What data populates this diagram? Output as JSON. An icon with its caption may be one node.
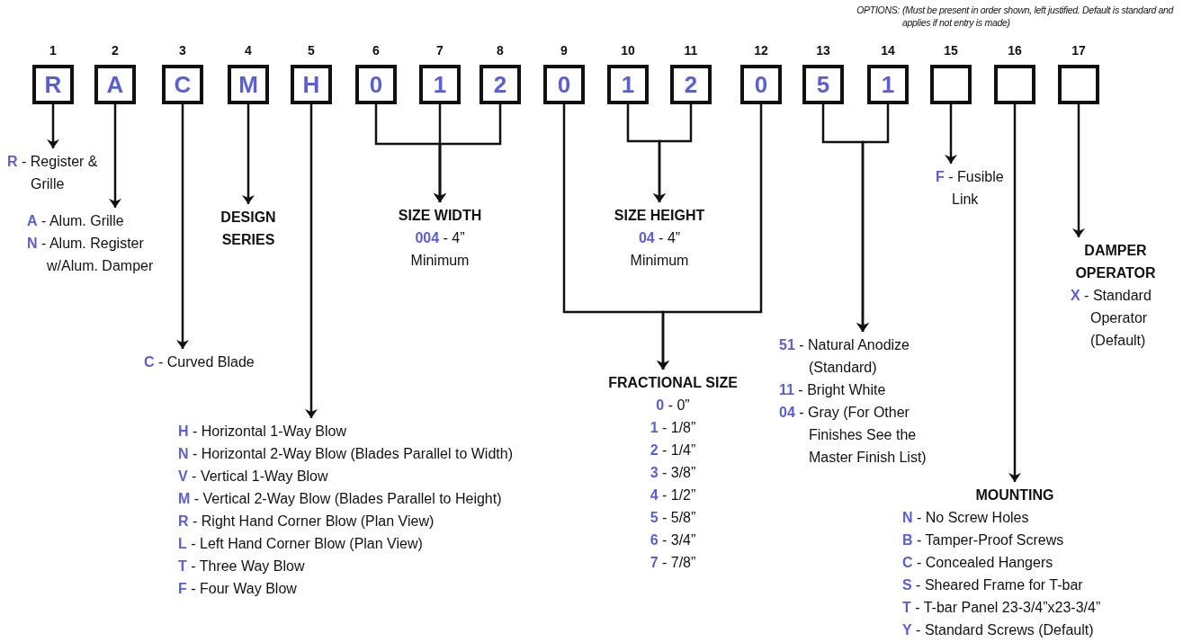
{
  "diagram": {
    "nodes": [
      {
        "text": [
          "R"
        ],
        "beside": [
          "1"
        ]
      },
      {
        "text": [
          "A"
        ],
        "beside": [
          "2"
        ]
      },
      {
        "text": [
          "C"
        ],
        "beside": [
          "3"
        ]
      },
      {
        "text": [
          "M"
        ],
        "beside": [
          "4"
        ]
      },
      {
        "text": [
          "H"
        ],
        "beside": [
          "5"
        ]
      },
      {
        "text": [
          "0"
        ],
        "beside": [
          "6"
        ]
      },
      {
        "text": [
          "1"
        ],
        "beside": [
          "7"
        ]
      },
      {
        "text": [
          "2"
        ],
        "beside": [
          "8"
        ]
      },
      {
        "text": [
          "0"
        ],
        "beside": [
          "9"
        ]
      },
      {
        "text": [
          "1"
        ],
        "beside": [
          "10"
        ]
      },
      {
        "text": [
          "2"
        ],
        "beside": [
          "11"
        ]
      },
      {
        "text": [
          "0"
        ],
        "beside": [
          "12"
        ]
      },
      {
        "text": [
          "5"
        ],
        "beside": [
          "13"
        ]
      },
      {
        "text": [
          "1"
        ],
        "beside": [
          "14"
        ]
      },
      {
        "text": [],
        "shape": "box",
        "beside": [
          "15"
        ]
      },
      {
        "text": [],
        "shape": "box",
        "beside": [
          "16"
        ]
      },
      {
        "text": [],
        "shape": "box",
        "beside": [
          "17"
        ]
      },
      {
        "text": [
          "**R** - Register & Grille"
        ]
      },
      {
        "text": [
          "**A** - Alum. Grille",
          "**N** - Alum. Register w/Alum. Damper"
        ]
      },
      {
        "text": [
          "**C** - Curved Blade"
        ]
      },
      {
        "text": [
          "DESIGN SERIES"
        ]
      },
      {
        "text": [
          "**H** - Horizontal 1-Way Blow",
          "**N** - Horizontal 2-Way Blow (Blades Parallel to Width)",
          "**V** - Vertical 1-Way Blow",
          "**M** - Vertical 2-Way Blow (Blades Parallel to Height)",
          "**R** - Right Hand Corner Blow (Plan View)",
          "**L** - Left Hand Corner Blow (Plan View)",
          "**T** - Three Way Blow",
          "**F** - Four Way Blow"
        ]
      },
      {
        "text": [
          "SIZE WIDTH",
          "**004** - 4” Minimum"
        ]
      },
      {
        "text": [
          "SIZE HEIGHT",
          "**04** - 4” Minimum"
        ]
      },
      {
        "text": [
          "FRACTIONAL SIZE",
          "**0** - 0”",
          "**1** - 1/8”",
          "**2** - 1/4”",
          "**3** - 3/8”",
          "**4** - 1/2”",
          "**5** - 5/8”",
          "**6** - 3/4”",
          "**7** - 7/8”"
        ]
      },
      {
        "text": [
          "**51** - Natural Anodize (Standard)",
          "**11** - Bright White",
          "**04** - Gray (For Other Finishes See the Master Finish List)"
        ]
      },
      {
        "text": [
          "**F** - Fusible Link"
        ]
      },
      {
        "text": [
          "MOUNTING",
          "**N** - No Screw Holes",
          "**B** - Tamper-Proof Screws",
          "**C** - Concealed Hangers",
          "**S** - Sheared Frame for T-bar",
          "**T** - T-bar Panel 23-3/4”x23-3/4”",
          "**Y** - Standard Screws (Default)"
        ]
      },
      {
        "text": [
          "DAMPER OPERATOR",
          "**X** - Standard Operator (Default)"
        ]
      }
    ],
    "edges": [
      {
        "from": 0,
        "to": 17,
        "arrow": "to"
      },
      {
        "from": 1,
        "to": 18,
        "arrow": "to"
      },
      {
        "from": 2,
        "to": 19,
        "arrow": "to"
      },
      {
        "from": 3,
        "to": 20,
        "arrow": "to"
      },
      {
        "from": 4,
        "to": 21,
        "arrow": "to"
      },
      {
        "from": 5,
        "to": 22,
        "arrow": "to"
      },
      {
        "from": 6,
        "to": 22,
        "arrow": "to"
      },
      {
        "from": 7,
        "to": 22,
        "arrow": "to"
      },
      {
        "from": 9,
        "to": 23,
        "arrow": "to"
      },
      {
        "from": 10,
        "to": 23,
        "arrow": "to"
      },
      {
        "from": 8,
        "to": 24,
        "arrow": "to"
      },
      {
        "from": 11,
        "to": 24,
        "arrow": "to"
      },
      {
        "from": 12,
        "to": 25,
        "arrow": "to"
      },
      {
        "from": 13,
        "to": 25,
        "arrow": "to"
      },
      {
        "from": 14,
        "to": 26,
        "arrow": "to"
      },
      {
        "from": 15,
        "to": 27,
        "arrow": "to"
      },
      {
        "from": 16,
        "to": 28,
        "arrow": "to"
      }
    ],
    "labels": [
      "OPTIONS:",
      "(Must be present in order shown, left justified. Default is standard and applies if not entry is made)"
    ]
  }
}
